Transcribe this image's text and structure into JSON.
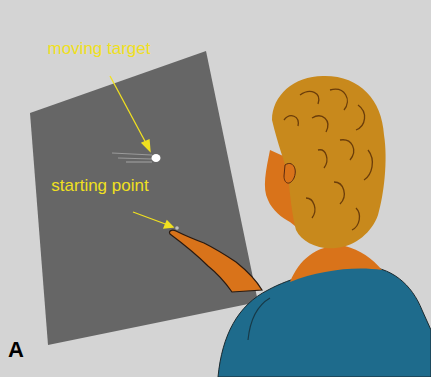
{
  "diagram": {
    "labels": [
      "moving target",
      "starting point",
      "A"
    ]
  }
}
